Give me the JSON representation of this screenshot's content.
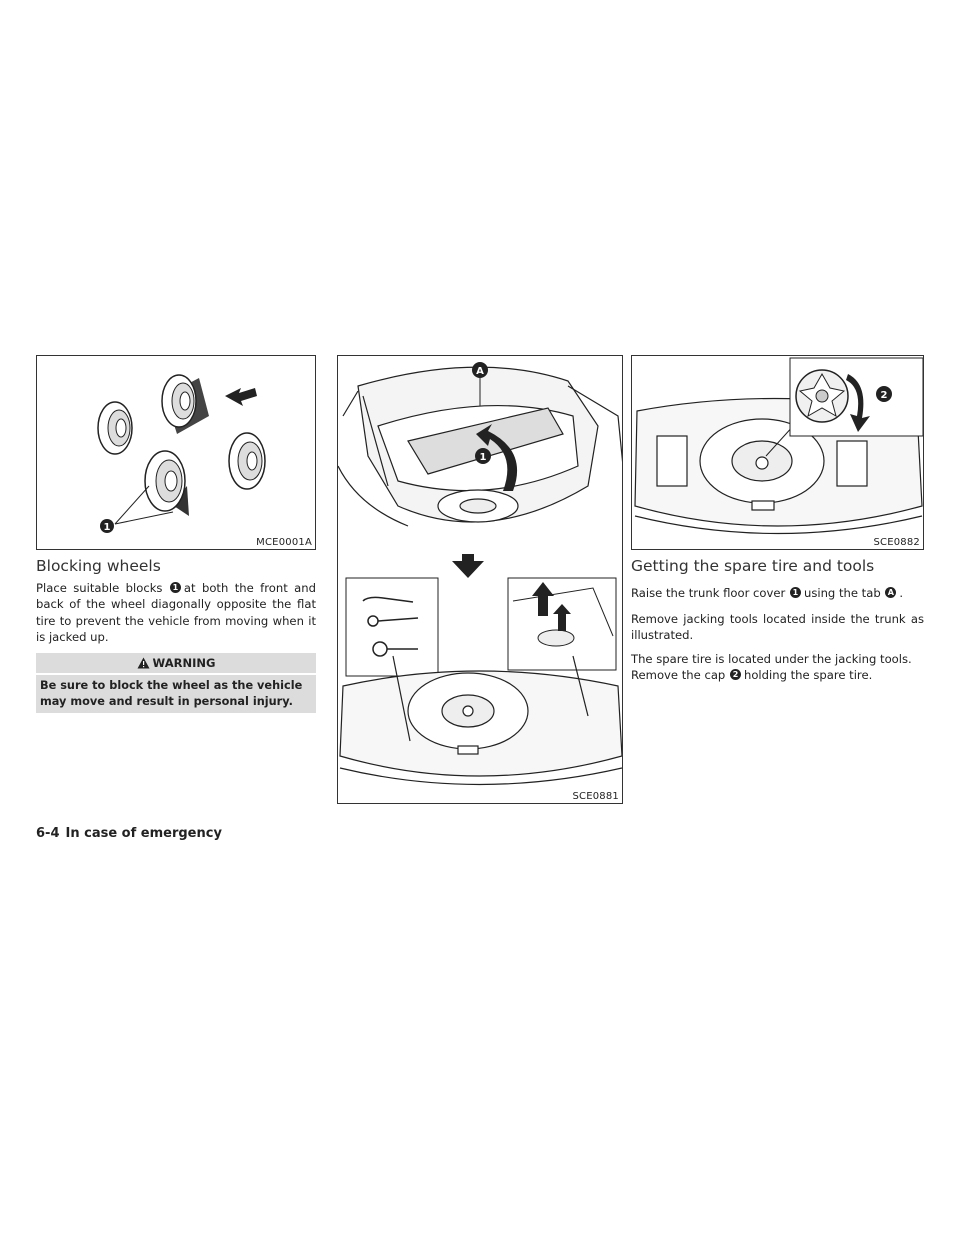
{
  "figures": {
    "blocking": {
      "code": "MCE0001A",
      "callout": "1"
    },
    "trunk": {
      "code": "SCE0881",
      "callout_1": "1",
      "callout_a": "A"
    },
    "spare": {
      "code": "SCE0882",
      "callout": "2"
    }
  },
  "blocking_wheels": {
    "title": "Blocking wheels",
    "p1_before": "Place suitable blocks",
    "p1_marker": "1",
    "p1_after": "at both the front and back of the wheel diagonally opposite the flat tire to prevent the vehicle from moving when it is jacked up."
  },
  "warning": {
    "label": "WARNING",
    "text": "Be sure to block the wheel as the vehicle may move and result in personal injury."
  },
  "spare_tire": {
    "title": "Getting the spare tire and tools",
    "p1_before": "Raise the trunk floor cover",
    "p1_marker1": "1",
    "p1_mid": "using the tab",
    "p1_marker2": "A",
    "p1_end": ".",
    "p2": "Remove jacking tools located inside the trunk as illustrated.",
    "p3_line1": "The spare tire is located under the jacking tools.",
    "p3_before": "Remove the cap",
    "p3_marker": "2",
    "p3_after": "holding the spare tire."
  },
  "footer": {
    "page_number": "6-4",
    "section": "In case of emergency"
  }
}
